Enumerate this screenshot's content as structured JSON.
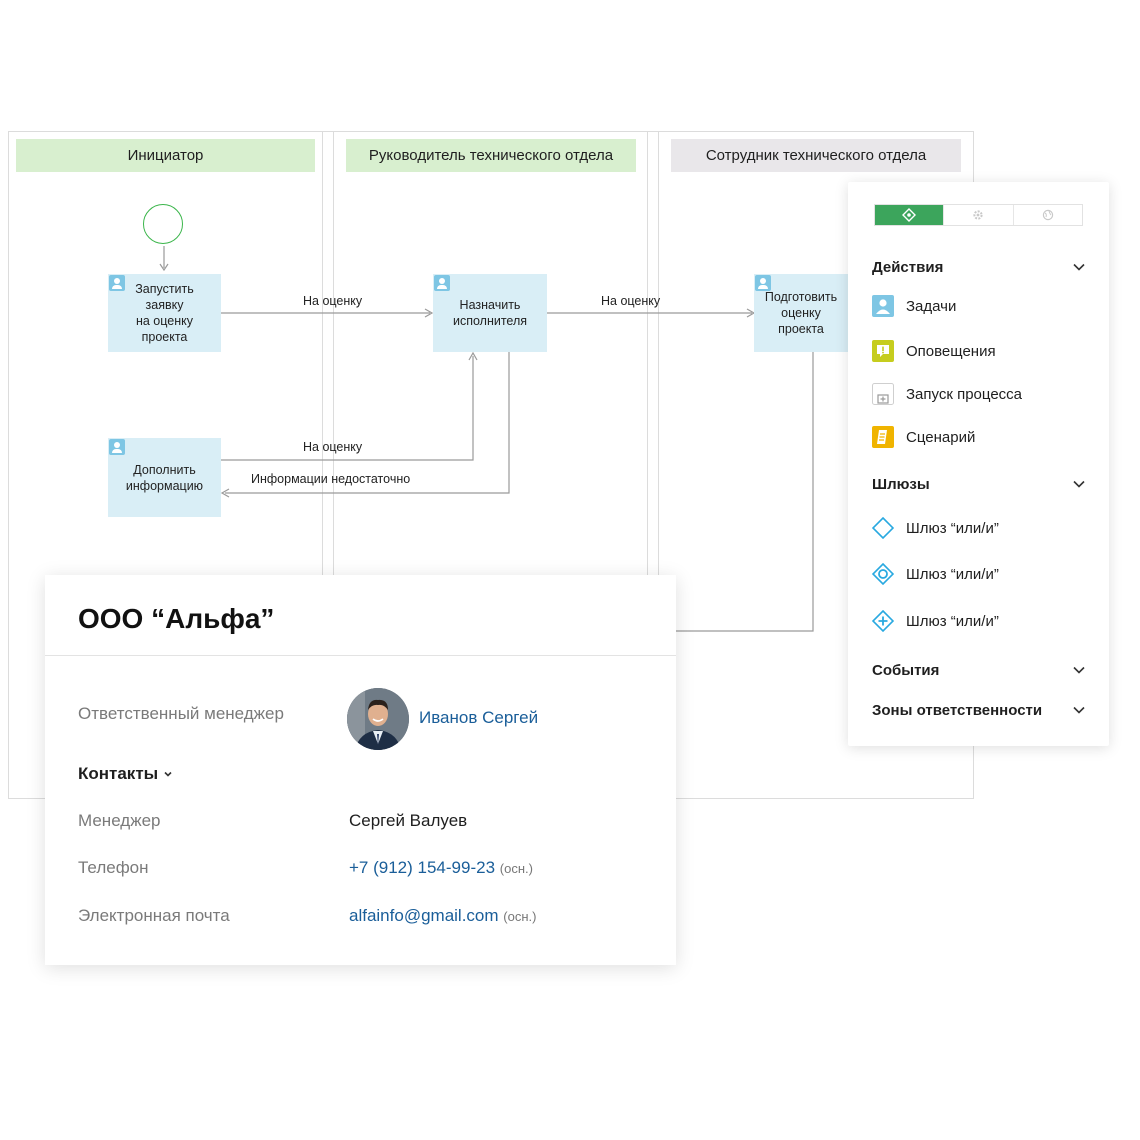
{
  "lanes": [
    {
      "title": "Инициатор",
      "color": "#d8efcf"
    },
    {
      "title": "Руководитель технического отдела",
      "color": "#d8efcf"
    },
    {
      "title": "Сотрудник технического отдела",
      "color": "#e9e7ea"
    }
  ],
  "tasks": {
    "start_request": "Запустить\nзаявку\nна оценку\nпроекта",
    "assign_executor": "Назначить\nисполнителя",
    "prepare_estimate": "Подготовить\nоценку\nпроекта",
    "add_info": "Дополнить\nинформацию"
  },
  "flows": {
    "to_review_1": "На оценку",
    "to_review_2": "На оценку",
    "to_review_3": "На оценку",
    "not_enough_info": "Информации недостаточно"
  },
  "palette": {
    "tabs": [
      {
        "icon": "diamond-icon",
        "active": true
      },
      {
        "icon": "gear-icon",
        "active": false
      },
      {
        "icon": "globe-icon",
        "active": false
      }
    ],
    "actions": {
      "title": "Действия",
      "items": [
        {
          "label": "Задачи",
          "icon": "user-task-icon"
        },
        {
          "label": "Оповещения",
          "icon": "notification-icon"
        },
        {
          "label": "Запуск процесса",
          "icon": "start-process-icon"
        },
        {
          "label": "Сценарий",
          "icon": "script-icon"
        }
      ]
    },
    "gateways": {
      "title": "Шлюзы",
      "items": [
        {
          "label": "Шлюз “или/и”",
          "icon": "gateway-empty-icon"
        },
        {
          "label": "Шлюз “или/и”",
          "icon": "gateway-circle-icon"
        },
        {
          "label": "Шлюз “или/и”",
          "icon": "gateway-plus-icon"
        }
      ]
    },
    "events": {
      "title": "События"
    },
    "zones": {
      "title": "Зоны ответственности"
    },
    "colors": {
      "accent": "#3ca55c",
      "gateway": "#29a9e0",
      "notification": "#c6cd1e",
      "script": "#f0b400",
      "task": "#7ec6e4"
    }
  },
  "card": {
    "title": "ООО “Альфа”",
    "responsible_label": "Ответственный менеджер",
    "responsible_name": "Иванов Сергей",
    "contacts_label": "Контакты",
    "manager_label": "Менеджер",
    "manager_value": "Сергей Валуев",
    "phone_label": "Телефон",
    "phone_value": "+7 (912) 154-99-23",
    "phone_note": "(осн.)",
    "email_label": "Электронная почта",
    "email_value": "alfainfo@gmail.com",
    "email_note": "(осн.)"
  }
}
